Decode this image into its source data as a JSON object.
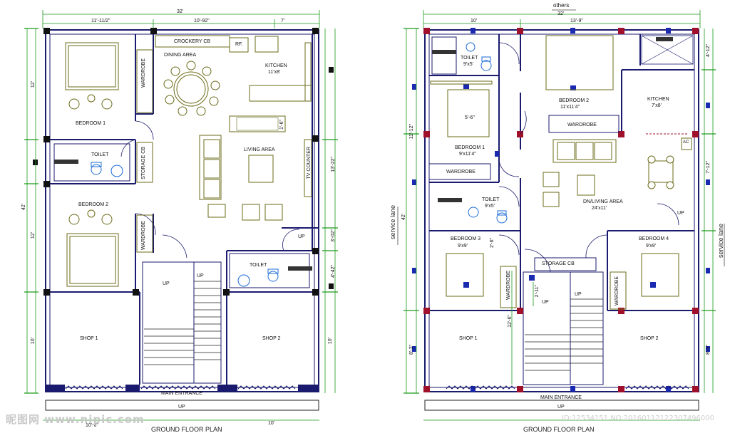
{
  "left_plan": {
    "top_dims": {
      "overall": "32'",
      "left": "11'-11/2\"",
      "mid": "10'-92\"",
      "right": "7'"
    },
    "side_dims": {
      "overall": "42'",
      "upper": "12'",
      "middle": "12'",
      "lower": "10'",
      "r_top": "13'-22\"",
      "r_mid": "3'-02\"",
      "r_low": "4'-42\"",
      "r_bot": "10'"
    },
    "bottom_dims": {
      "left": "10'-6\"",
      "right": "10'"
    },
    "rooms": {
      "bedroom1": "BEDROOM 1",
      "bedroom2": "BEDROOM 2",
      "toilet1": "TOILET",
      "toilet2": "TOILET",
      "storage": "STORAGE CB",
      "wardrobe1": "WARDROBE",
      "wardrobe2": "WARDROBE",
      "crockery": "CROCKERY CB",
      "rf": "RF.",
      "dining": "DINING AREA",
      "kitchen": "KITCHEN",
      "kitchen_dim": "11'x8'",
      "living": "LIVING AREA",
      "tv": "TV COUNTER",
      "tv_dim": "1'-6\"",
      "up1": "UP",
      "up2": "UP",
      "up3": "UP",
      "shop1": "SHOP 1",
      "shop2": "SHOP 2",
      "entrance": "MAIN ENTRANCE",
      "up_bottom": "UP"
    },
    "title": "GROUND FLOOR PLAN"
  },
  "right_plan": {
    "header": "others",
    "top_dims": {
      "overall": "32'",
      "left": "10'",
      "mid": "13'-9\""
    },
    "side_dims": {
      "overall": "42'",
      "upper": "11'-12\"",
      "lower": "8'-3\"",
      "r_top": "4'-12\"",
      "r_mid": "7'-12\"",
      "r_low": "8'-3\"",
      "stair": "12'-6\"",
      "stair2": "2'-11\"",
      "bed3": "2'-6\""
    },
    "service_lane_left": "service lane",
    "service_lane_right": "service lane",
    "rooms": {
      "toilet1": "TOILET",
      "toilet1_dim": "9'x5'",
      "bedroom1": "BEDROOM 1",
      "bedroom1_dim": "9'x11'4\"",
      "bed1_width": "5'-6\"",
      "wardrobe1": "WARDROBE",
      "bedroom2": "BEDROOM 2",
      "bedroom2_dim": "11'x11'4\"",
      "wardrobe2": "WARDROBE",
      "kitchen": "KITCHEN",
      "kitchen_dim": "7'x8'",
      "toilet2": "TOILET",
      "toilet2_dim": "9'x5'",
      "living": "DN/LIVING AREA",
      "living_dim": "24'x11'",
      "bedroom3": "BEDROOM 3",
      "bedroom3_dim": "9'x9'",
      "bedroom4": "BEDROOM 4",
      "bedroom4_dim": "9'x9'",
      "storage": "STORAGE CB",
      "wardrobe3": "WARDROBE",
      "wardrobe4": "WARDROBE",
      "up1": "UP",
      "up2": "UP",
      "up3": "UP",
      "shop1": "SHOP 1",
      "shop2": "SHOP 2",
      "entrance": "MAIN ENTRANCE",
      "up_bottom": "UP",
      "ac": "AC"
    },
    "title": "GROUND FLOOR PLAN"
  },
  "watermark": {
    "text": "昵图网 www.nipic.com",
    "id": "ID:12534151 NO:20160112122307496000"
  },
  "colors": {
    "wall": "#1a1a6e",
    "dim": "#1a9a1a",
    "column_red": "#a0102a",
    "column_blue": "#1a2ab0",
    "furniture": "#6b6b1a",
    "fixture": "#1a6ad6"
  }
}
